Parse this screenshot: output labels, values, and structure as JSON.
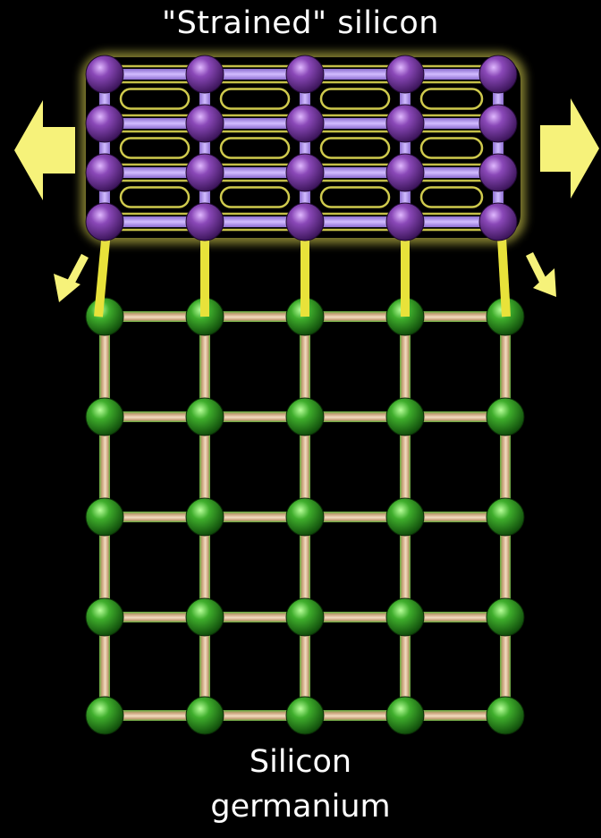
{
  "labels": {
    "top": "\"Strained\" silicon",
    "bottom_line1": "Silicon",
    "bottom_line2": "germanium"
  },
  "lattices": {
    "strained_silicon": {
      "rows": 4,
      "cols": 5,
      "atom_color": "#7a3fa0",
      "bond_color": "#b795e8",
      "glow_color": "#e6e055"
    },
    "silicon_germanium": {
      "rows": 5,
      "cols": 5,
      "atom_color": "#3fa82f",
      "bond_color": "#d8b98a",
      "edge_color": "#4fae3a"
    }
  },
  "arrows": {
    "color": "#f6f27a",
    "connector_color": "#e8e23a"
  }
}
